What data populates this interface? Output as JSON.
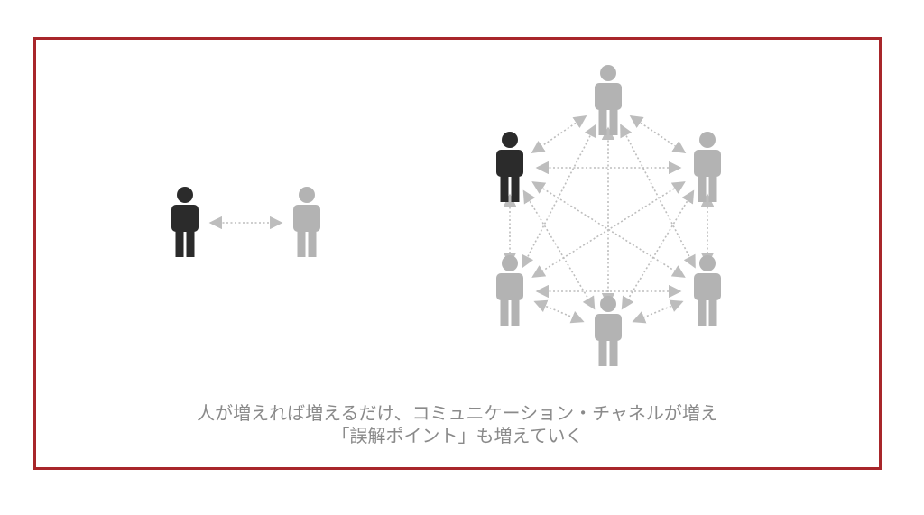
{
  "caption": {
    "line1": "人が増えれば増えるだけ、コミュニケーション・チャネルが増え",
    "line2": "「誤解ポイント」も増えていく"
  },
  "colors": {
    "frame": "#a8262a",
    "person_dark": "#2b2b2b",
    "person_light": "#b3b3b3",
    "connector": "#bdbdbd",
    "caption": "#8a8a8a"
  },
  "icons": [
    "person-icon",
    "double-arrow-connector"
  ]
}
